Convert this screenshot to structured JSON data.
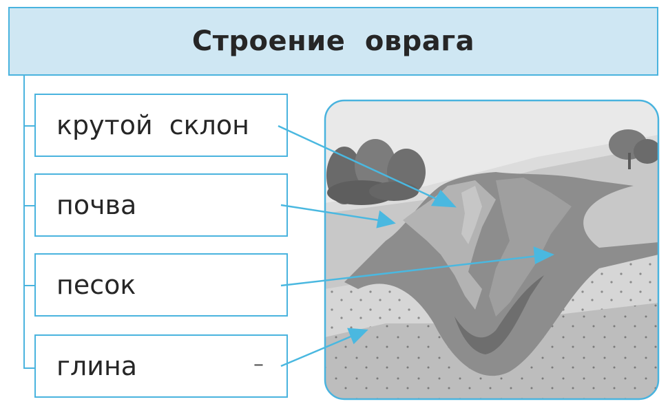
{
  "title": "Строение  оврага",
  "labels": [
    {
      "id": "steep-slope",
      "text": "крутой  склон"
    },
    {
      "id": "soil",
      "text": "почва"
    },
    {
      "id": "sand",
      "text": "песок"
    },
    {
      "id": "clay",
      "text": "глина"
    }
  ],
  "clay_blank": "–",
  "colors": {
    "accent": "#49b3de",
    "title_bg": "#cfe7f3",
    "arrow": "#4ab8e0"
  }
}
